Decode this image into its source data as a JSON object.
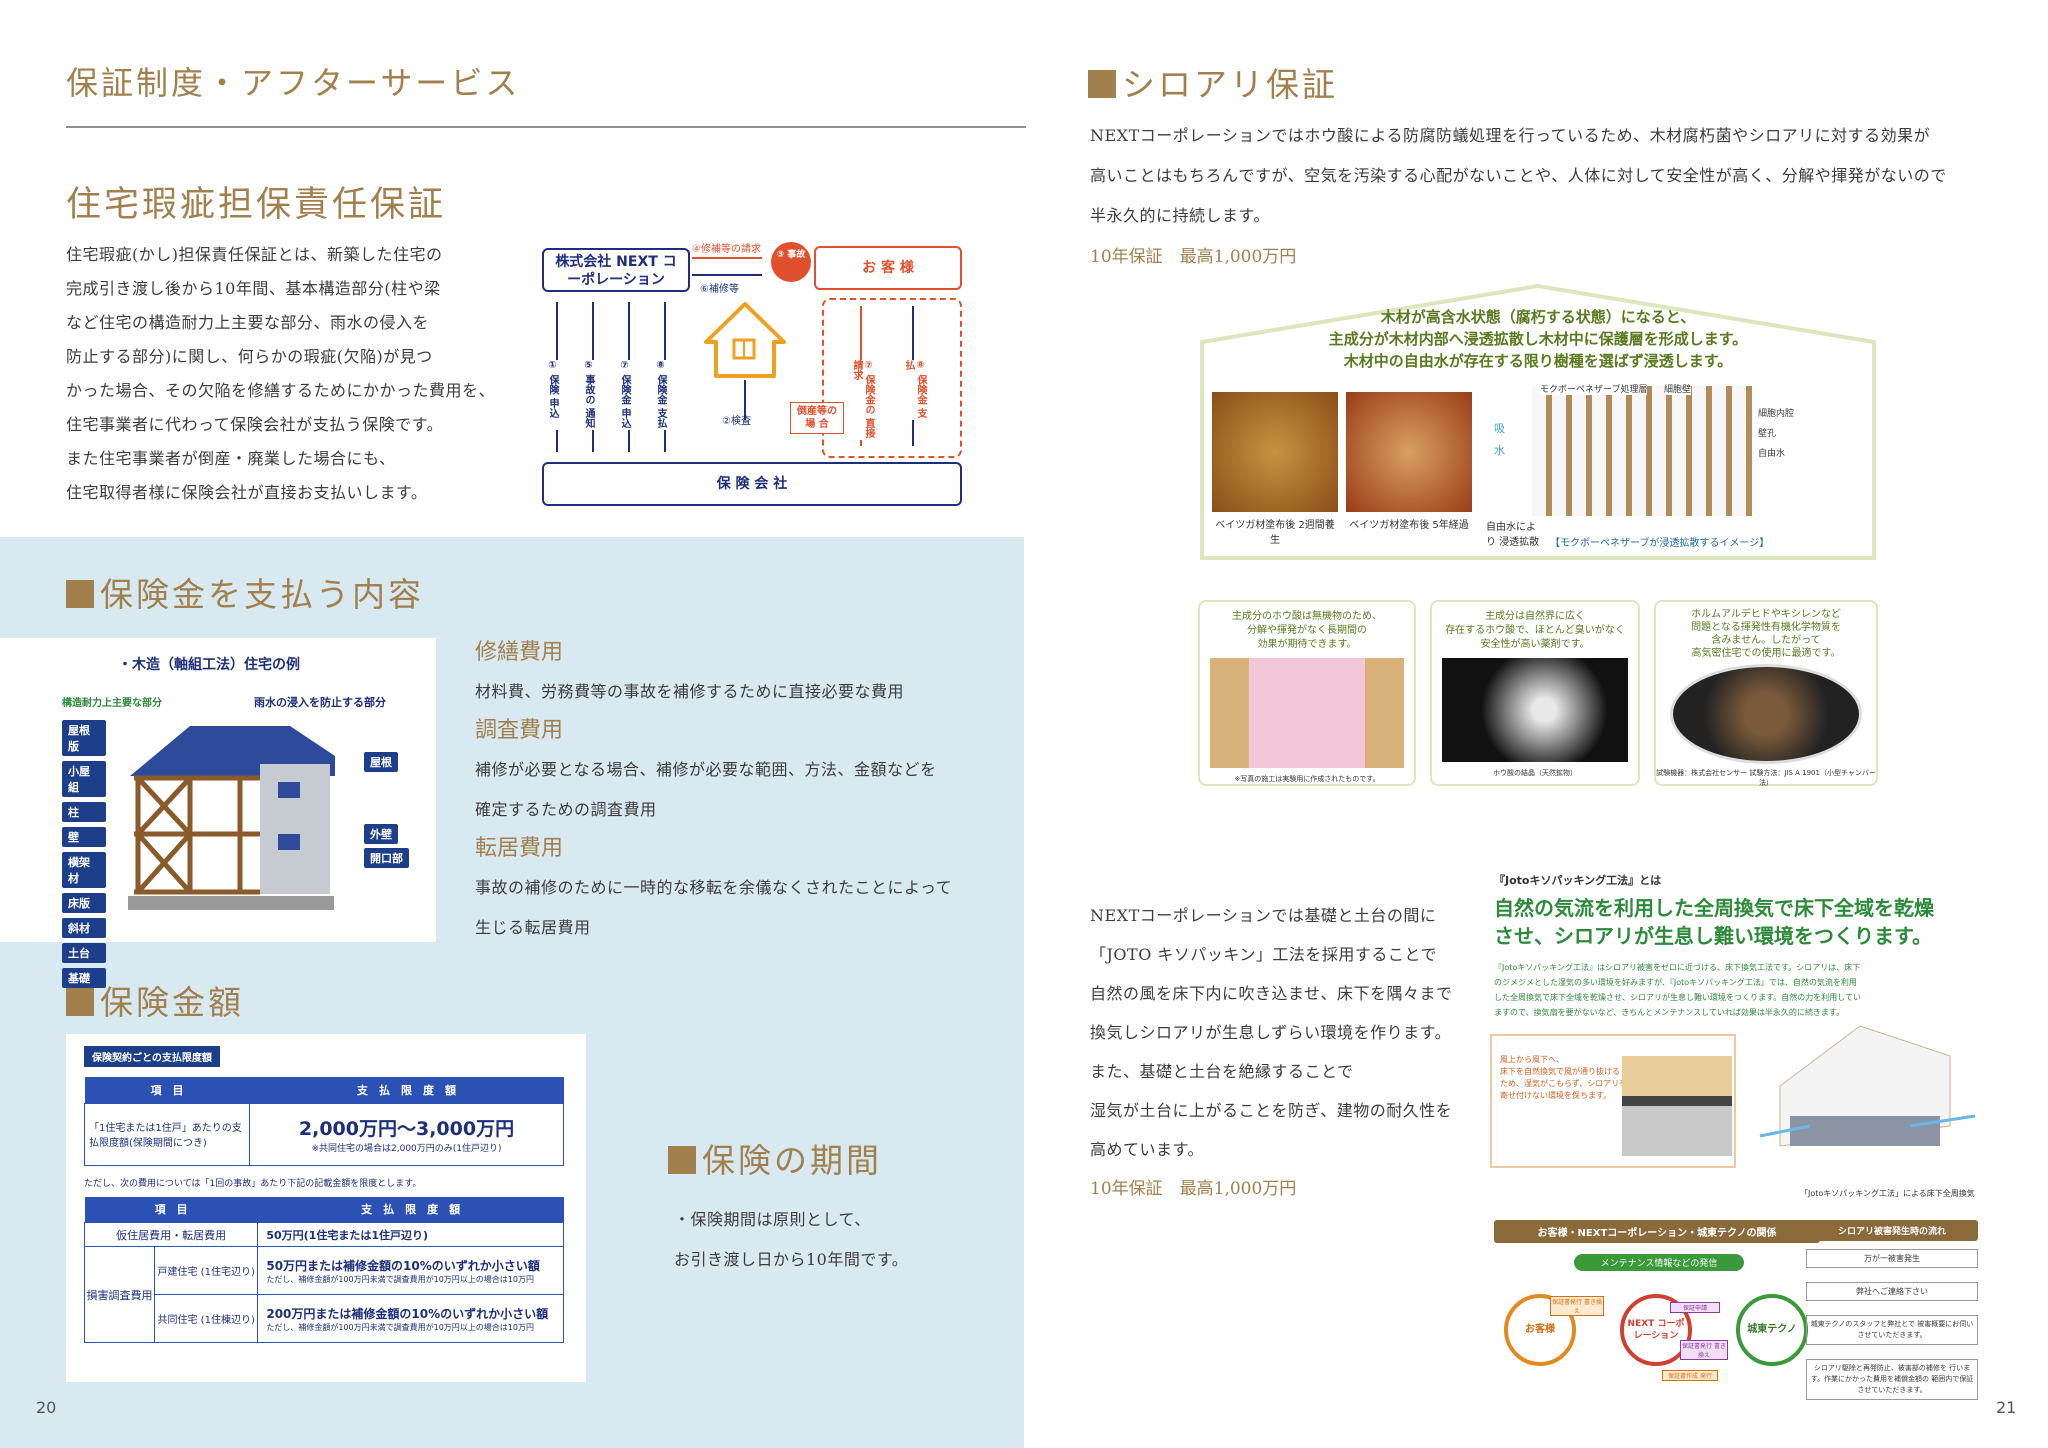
{
  "left": {
    "section_title": "保証制度・アフターサービス",
    "h2_defect": "住宅瑕疵担保責任保証",
    "defect_paragraph": [
      "住宅瑕疵(かし)担保責任保証とは、新築した住宅の",
      "完成引き渡し後から10年間、基本構造部分(柱や梁",
      "など住宅の構造耐力上主要な部分、雨水の侵入を",
      "防止する部分)に関し、何らかの瑕疵(欠陥)が見つ",
      "かった場合、その欠陥を修繕するためにかかった費用を、",
      "住宅事業者に代わって保険会社が支払う保険です。",
      "また住宅事業者が倒産・廃業した場合にも、",
      "住宅取得者様に保険会社が直接お支払いします。"
    ],
    "diagram": {
      "company": "株式会社 NEXT コーポレーション",
      "customer": "お 客 様",
      "insurer": "保 険 会 社",
      "repair_request": "④修補等の請求",
      "repair": "⑥補修等",
      "accident": "③ 事故",
      "inspection": "②検査",
      "bankrupt": "倒産等の 場 合",
      "flows_company": [
        "① 保険 申込",
        "⑤ 事故の 通知",
        "⑦ 保険金 申込",
        "⑧ 保険金 支払"
      ],
      "flows_customer": [
        "⑦ 保険金の 直接請求",
        "⑧ 保険金 支払"
      ]
    },
    "h3_coverage": "保険金を支払う内容",
    "house_illust": {
      "title": "・木造（軸組工法）住宅の例",
      "label_left": "構造耐力上主要な部分",
      "label_right": "雨水の浸入を防止する部分",
      "left_tags": [
        "屋根版",
        "小屋組",
        "柱",
        "壁",
        "横架材",
        "床版",
        "斜材",
        "土台",
        "基礎"
      ],
      "right_tags": [
        "屋根",
        "外壁",
        "開口部"
      ]
    },
    "costs": [
      {
        "title": "修繕費用",
        "lines": [
          "材料費、労務費等の事故を補修するために直接必要な費用"
        ]
      },
      {
        "title": "調査費用",
        "lines": [
          "補修が必要となる場合、補修が必要な範囲、方法、金額などを",
          "確定するための調査費用"
        ]
      },
      {
        "title": "転居費用",
        "lines": [
          "事故の補修のために一時的な移転を余儀なくされたことによって",
          "生じる転居費用"
        ]
      }
    ],
    "h3_amount": "保険金額",
    "amount_table": {
      "tag": "保険契約ごとの支払限度額",
      "col1": "項　目",
      "col2": "支　払　限　度　額",
      "row_label": "「1住宅または1住戸」あたりの支払限度額(保険期間につき)",
      "row_value": "2,000万円～3,000万円",
      "row_note": "※共同住宅の場合は2,000万円のみ(1住戸辺り)",
      "note2": "ただし、次の費用については「1回の事故」あたり下記の記載金額を限度とします。",
      "col1b": "項　目",
      "col2b": "支　払　限　度　額",
      "r1_label": "仮住居費用・転居費用",
      "r1_value": "50万円(1住宅または1住戸辺り)",
      "r2_group": "損害調査費用",
      "r2_sub": "戸建住宅 (1住宅辺り)",
      "r2_value": "50万円または補修金額の10%のいずれか小さい額",
      "r2_note": "ただし、補修金額が100万円未満で調査費用が10万円以上の場合は10万円",
      "r3_sub": "共同住宅 (1住棟辺り)",
      "r3_value": "200万円または補修金額の10%のいずれか小さい額",
      "r3_note": "ただし、補修金額が100万円未満で調査費用が10万円以上の場合は10万円"
    },
    "h3_period": "保険の期間",
    "period_lines": [
      "・保険期間は原則として、",
      "お引き渡し日から10年間です。"
    ],
    "page_number": "20"
  },
  "right": {
    "h3_termite": "シロアリ保証",
    "termite_paragraph": [
      "NEXTコーポレーションではホウ酸による防腐防蟻処理を行っているため、木材腐朽菌やシロアリに対する効果が",
      "高いことはもちろんですが、空気を汚染する心配がないことや、人体に対して安全性が高く、分解や揮発がないので",
      "半永久的に持続します。"
    ],
    "warranty1": "10年保証　最高1,000万円",
    "panel": {
      "headline": [
        "木材が高含水状態（腐朽する状態）になると、",
        "主成分が木材内部へ浸透拡散し木材中に保護層を形成します。",
        "木材中の自由水が存在する限り樹種を選ばず浸透します。"
      ],
      "photo1_caption": "ベイツガ材塗布後 2週間養生",
      "photo2_caption": "ベイツガ材塗布後 5年経過",
      "diagram_labels": [
        "モクボーペネザーブ処理層",
        "細胞壁",
        "細胞内腔",
        "壁孔",
        "自由水"
      ],
      "water_label": "吸 水",
      "free_water_label": "自由水により 浸透拡散",
      "diagram_caption": "【モクボーペネザーブが浸透拡散するイメージ】"
    },
    "features": [
      {
        "text": [
          "主成分のホウ酸は無機物のため、",
          "分解や揮発がなく長期間の",
          "効果が期待できます。"
        ],
        "caption": "※写真の施工は実験用に作成されたものです。"
      },
      {
        "text": [
          "主成分は自然界に広く",
          "存在するホウ酸で、ほとんど臭いがなく",
          "安全性が高い薬剤です。"
        ],
        "caption": "ホウ酸の結晶（天然鉱物）"
      },
      {
        "text": [
          "ホルムアルデヒドやキシレンなど",
          "問題となる揮発性有機化学物質を",
          "含みません。したがって",
          "高気密住宅での使用に最適です。"
        ],
        "caption": "試験機器：株式会社センサー 試験方法：JIS A 1901（小型チャンバー法）"
      }
    ],
    "joto_paragraph": [
      "NEXTコーポレーションでは基礎と土台の間に",
      "「JOTO キソパッキン」工法を採用することで",
      "自然の風を床下内に吹き込ませ、床下を隅々まで",
      "換気しシロアリが生息しずらい環境を作ります。",
      "また、基礎と土台を絶縁することで",
      "湿気が土台に上がることを防ぎ、建物の耐久性を",
      "高めています。"
    ],
    "warranty2": "10年保証　最高1,000万円",
    "joto": {
      "label": "『Jotoキソパッキング工法』とは",
      "headline": [
        "自然の気流を利用した全周換気で床下全域を乾燥",
        "させ、シロアリが生息し難い環境をつくります。"
      ],
      "desc": [
        "『Jotoキソパッキング工法』はシロアリ被害をゼロに近づける、床下換気工法です。シロアリは、床下",
        "のジメジメとした湿気の多い環境を好みますが、『Jotoキソパッキング工法』では、自然の気流を利用",
        "した全周換気で床下全域を乾燥させ、シロアリが生息し難い環境をつくります。自然の力を利用してい",
        "ますので、換気扇を要がないなど、きちんとメンテナンスしていれば効果は半永久的に続きます。"
      ],
      "callout": [
        "風上から風下へ、",
        "床下を自然換気で風が通り抜ける",
        "ため、湿気がこもらず、シロアリを",
        "寄せ付けない環境を保ちます。"
      ],
      "house_caption": "「Jotoキソパッキング工法」による床下全周換気"
    },
    "relation": {
      "title": "お客様・NEXTコーポレーション・城東テクノの関係",
      "maint": "メンテナンス情報などの発信",
      "customer": "お客様",
      "next": "NEXT コーポレーション",
      "joto": "城東テクノ",
      "tag1": "保証書発行 書き換え",
      "tag2": "保証申請",
      "tag3": "保証書発行 書き換え",
      "tag4": "保証書作成 発行"
    },
    "flow": {
      "title": "シロアリ被害発生時の流れ",
      "steps": [
        "万が一被害発生",
        "弊社へご連絡下さい",
        "城東テクノのスタッフと弊社とで 被害概要にお伺いさせていただきます。",
        "シロアリ駆除と再発防止、被害部の補修を 行います。作業にかかった費用を補償金額の 範囲内で保証させていただきます。"
      ]
    },
    "page_number": "21"
  },
  "colors": {
    "gold": "#a2804d",
    "navy": "#1d2f7a",
    "red": "#e0502c",
    "lightblue": "#d8e9f1",
    "green": "#2d8a3a"
  }
}
